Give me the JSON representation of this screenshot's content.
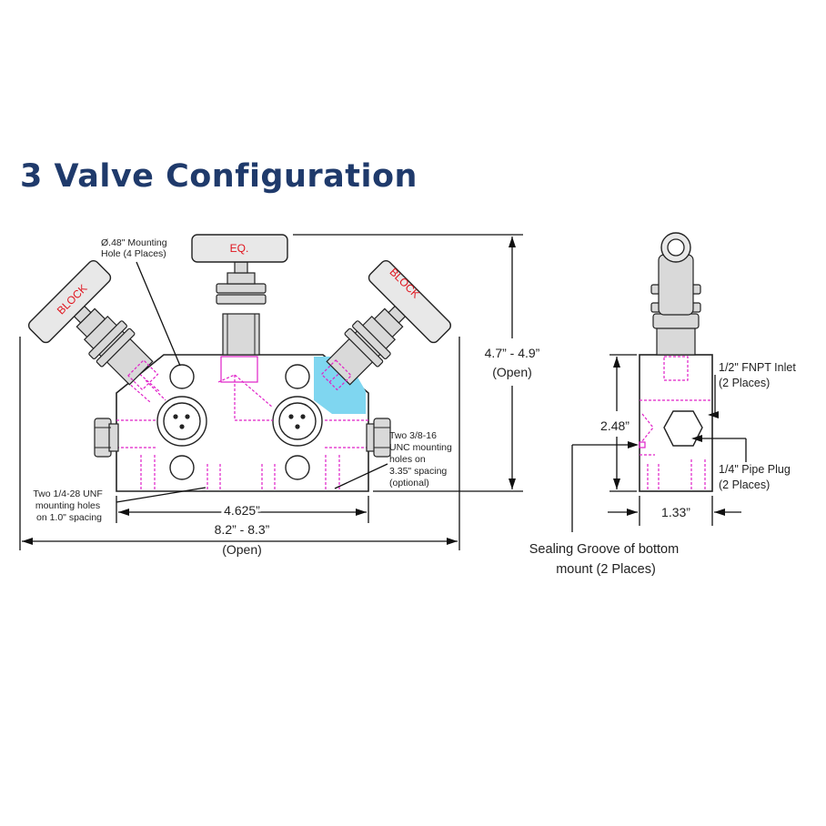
{
  "title": "3 Valve Configuration",
  "handles": {
    "left": "BLOCK",
    "center": "EQ.",
    "right": "BLOCK"
  },
  "labels": {
    "mounting_hole": [
      "Ø.48\" Mounting",
      "Hole (4 Places)"
    ],
    "unc_holes": [
      "Two 3/8-16",
      "UNC mounting",
      "holes on",
      "3.35\" spacing",
      "(optional)"
    ],
    "unf_holes": [
      "Two 1/4-28 UNF",
      "mounting holes",
      "on 1.0\" spacing"
    ],
    "width_body": "4.625”",
    "width_open": "8.2” - 8.3”",
    "width_open_sub": "(Open)",
    "height_open": "4.7” - 4.9”",
    "height_open_sub": "(Open)",
    "side_height": "2.48”",
    "side_width": "1.33”",
    "fnpt_inlet": [
      "1/2\" FNPT Inlet",
      "(2 Places)"
    ],
    "pipe_plug": [
      "1/4\" Pipe Plug",
      "(2 Places)"
    ],
    "sealing_groove": [
      "Sealing Groove of bottom",
      "mount (2 Places)"
    ]
  },
  "colors": {
    "title": "#1f3a6b",
    "handle_text": "#e0141e",
    "hidden_lines": "#e020c8",
    "highlight": "#7fd6f0"
  }
}
